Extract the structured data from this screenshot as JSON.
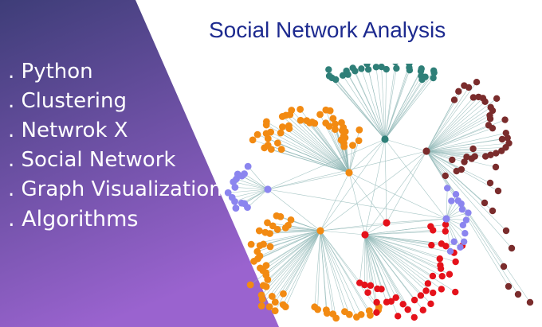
{
  "title": "Social Network Analysis",
  "bullets": [
    ". Python",
    ". Clustering",
    ". Netwrok X",
    ". Social Network",
    ". Graph Visualization",
    ". Algorithms"
  ],
  "colors": {
    "panel_top": "#3e3d78",
    "panel_bottom": "#9a63cf",
    "title": "#1d2a8f",
    "teal": "#2f7f78",
    "maroon": "#7a2c2c",
    "orange": "#f28a12",
    "red": "#e5121b",
    "lavender": "#8b85ef",
    "edge": "#8fb7b5"
  }
}
